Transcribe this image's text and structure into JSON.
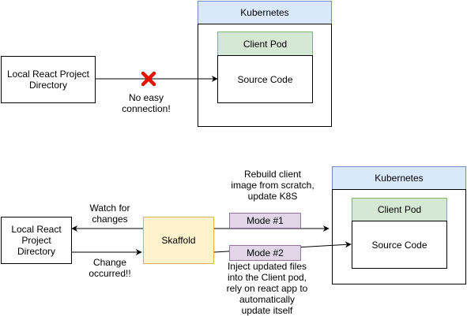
{
  "top": {
    "local_dir": "Local React Project\nDirectory",
    "kubernetes": "Kubernetes",
    "client_pod": "Client Pod",
    "source_code": "Source Code",
    "no_connection_label": "No easy\nconnection!"
  },
  "bottom": {
    "local_dir": "Local React\nProject\nDirectory",
    "skaffold": "Skaffold",
    "kubernetes": "Kubernetes",
    "client_pod": "Client Pod",
    "source_code": "Source Code",
    "mode1": "Mode #1",
    "mode2": "Mode #2",
    "watch_label": "Watch for\nchanges",
    "change_label": "Change\noccurred!!",
    "rebuild_label": "Rebuild client\nimage from scratch,\nupdate K8S",
    "inject_label": "Inject updated files\ninto the Client pod,\nrely on react app to\nautomatically\nupdate itself"
  },
  "colors": {
    "kubernetes_fill": "#dae8fc",
    "pod_fill": "#d5e8d4",
    "skaffold_fill": "#fff2cc",
    "mode_fill": "#e1d5e7",
    "cross": "#e51400"
  }
}
